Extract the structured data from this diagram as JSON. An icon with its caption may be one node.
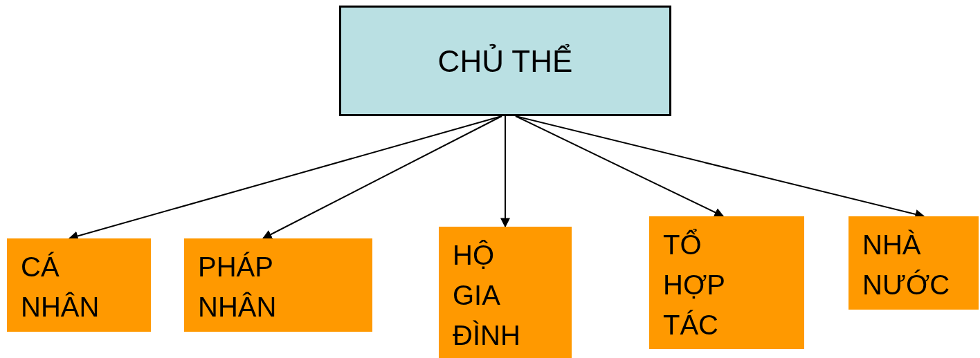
{
  "diagram": {
    "nodes": [
      {
        "text": [
          "CHỦ THỂ"
        ]
      },
      {
        "text": [
          "CÁ NHÂN"
        ]
      },
      {
        "text": [
          "PHÁP NHÂN"
        ]
      },
      {
        "text": [
          "HỘ GIA ĐÌNH"
        ]
      },
      {
        "text": [
          "TỔ HỢP TÁC"
        ]
      },
      {
        "text": [
          "NHÀ NƯỚC"
        ]
      }
    ],
    "edges": [
      {
        "from": 0,
        "to": 1,
        "arrow": "to"
      },
      {
        "from": 0,
        "to": 2,
        "arrow": "to"
      },
      {
        "from": 0,
        "to": 3,
        "arrow": "to"
      },
      {
        "from": 0,
        "to": 4,
        "arrow": "to"
      },
      {
        "from": 0,
        "to": 5,
        "arrow": "to"
      }
    ]
  }
}
